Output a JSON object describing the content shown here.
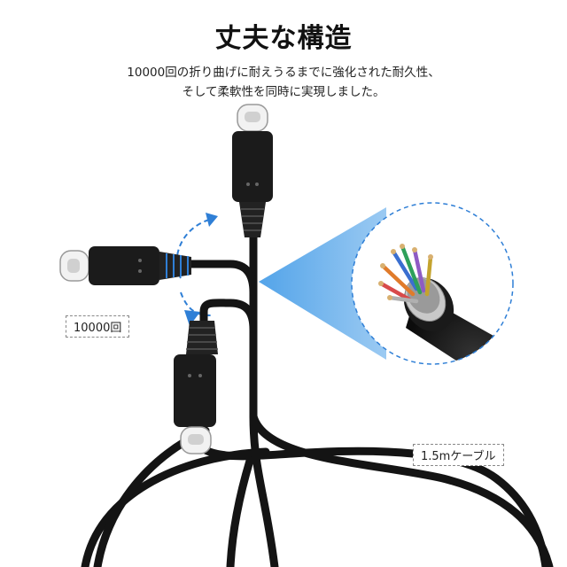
{
  "title": "丈夫な構造",
  "description": {
    "line1": "10000回の折り曲げに耐えうるまでに強化された耐久性、",
    "line2": "そして柔軟性を同時に実現しました。"
  },
  "callouts": {
    "bend_count": "10000回",
    "length": "1.5mケーブル"
  },
  "colors": {
    "accent_blue": "#2f7fd6",
    "zoom_blue": "#4a9fe8",
    "cable": "#141414"
  },
  "icons": [
    "usb-c-connector-icon",
    "rotate-arrow-icon",
    "zoom-beam-icon"
  ]
}
